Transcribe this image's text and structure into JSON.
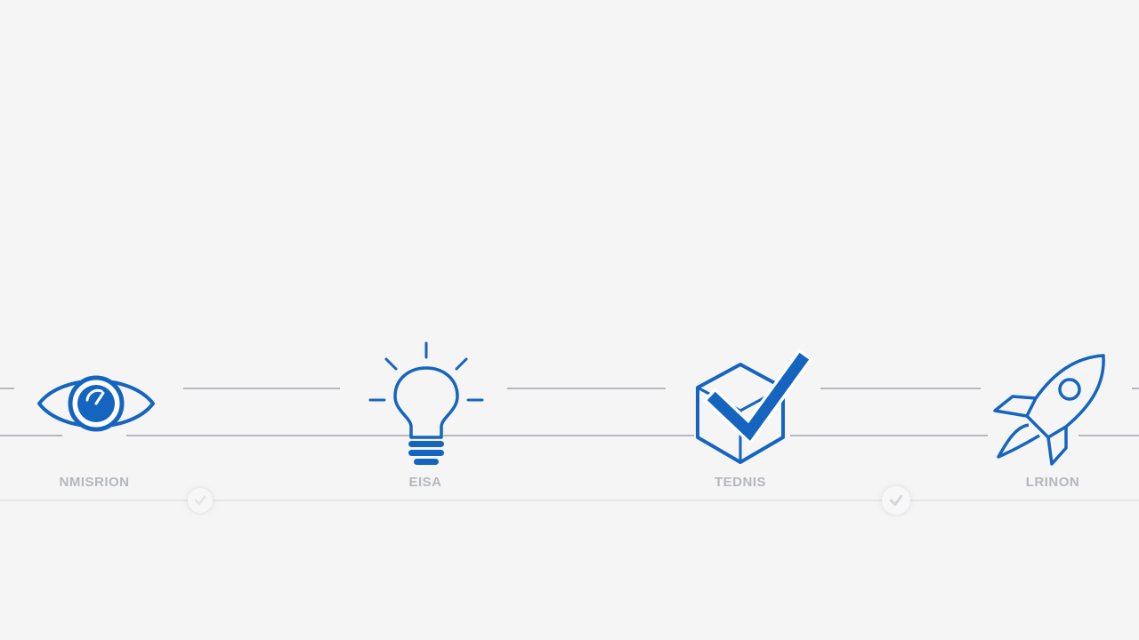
{
  "colors": {
    "background": "#f5f5f6",
    "accent": "#1565c0",
    "line": "#b6b8bc",
    "label": "#b4b7bc"
  },
  "steps": [
    {
      "label": "NMISRION",
      "icon": "eye-icon"
    },
    {
      "label": "EISA",
      "icon": "lightbulb-icon"
    },
    {
      "label": "TEDNIS",
      "icon": "check-cube-icon"
    },
    {
      "label": "LRINON",
      "icon": "rocket-icon"
    }
  ],
  "markers": [
    {
      "icon": "check-icon"
    },
    {
      "icon": "check-icon"
    }
  ]
}
